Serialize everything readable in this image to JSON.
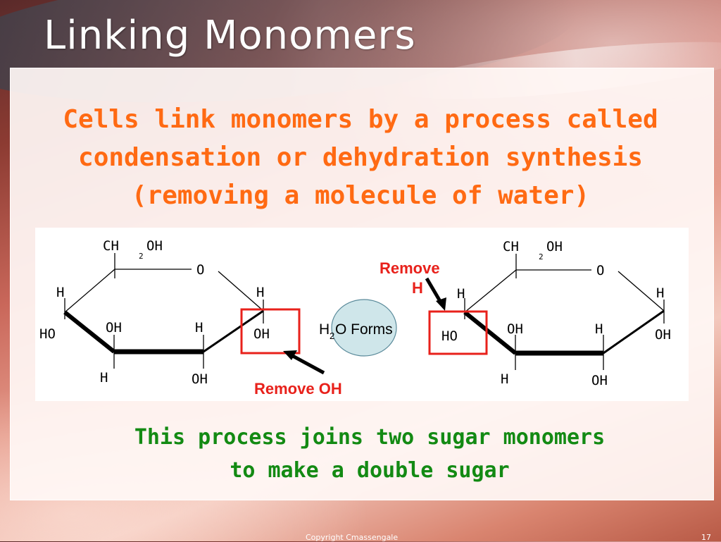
{
  "slide": {
    "title": "Linking Monomers",
    "heading_lines": [
      "Cells link monomers by a process called",
      "condensation or dehydration synthesis",
      "(removing a molecule of water)"
    ],
    "caption_lines": [
      "This process joins two sugar monomers",
      "to make a double sugar"
    ],
    "footer": "Copyright Cmassengale",
    "page_number": "17"
  },
  "diagram": {
    "left_molecule": {
      "ch2oh_main": "CH",
      "ch2oh_sub": "2",
      "ch2oh_end": "OH",
      "ring_oxygen": "O",
      "h_upper_left": "H",
      "h_upper_right": "H",
      "ho_left": "HO",
      "oh_mid_left": "OH",
      "h_mid_right": "H",
      "oh_boxed": "OH",
      "h_bottom_left": "H",
      "oh_bottom_right": "OH"
    },
    "right_molecule": {
      "ch2oh_main": "CH",
      "ch2oh_sub": "2",
      "ch2oh_end": "OH",
      "ring_oxygen": "O",
      "h_upper_left": "H",
      "h_upper_right": "H",
      "ho_boxed": "HO",
      "oh_mid_left": "OH",
      "h_mid_right": "H",
      "oh_right": "OH",
      "h_bottom_left": "H",
      "oh_bottom_right": "OH"
    },
    "remove_oh_label": "Remove OH",
    "remove_h_line1": "Remove",
    "remove_h_line2": "H",
    "water_h": "H",
    "water_sub": "2",
    "water_rest": "O Forms",
    "colors": {
      "box": "#e8211b",
      "water_bubble": "#cfe6ea",
      "heading": "#ff6a13",
      "caption": "#138a13"
    }
  }
}
